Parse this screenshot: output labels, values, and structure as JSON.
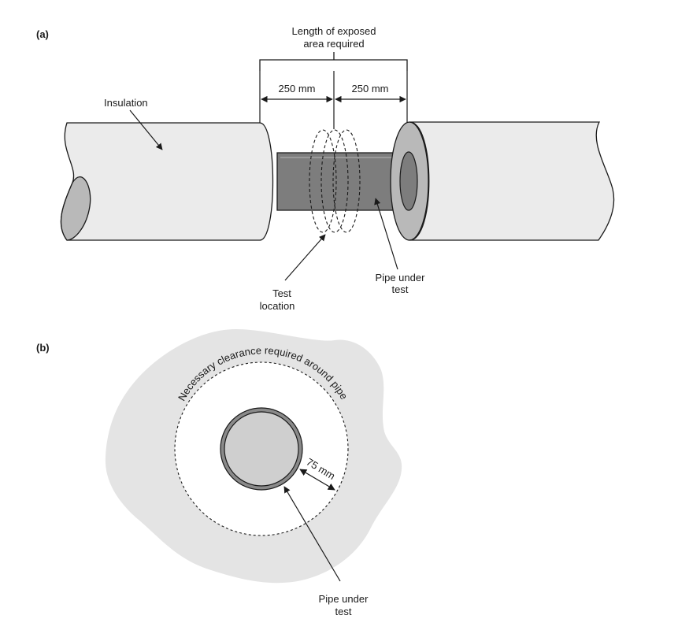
{
  "panel_a": {
    "label": "(a)",
    "exposed_length_label_line1": "Length of exposed",
    "exposed_length_label_line2": "area required",
    "dim_left": "250 mm",
    "dim_right": "250 mm",
    "insulation_label": "Insulation",
    "test_location_line1": "Test",
    "test_location_line2": "location",
    "pipe_label_line1": "Pipe under",
    "pipe_label_line2": "test"
  },
  "panel_b": {
    "label": "(b)",
    "clearance_label": "Necessary clearance required around pipe",
    "clearance_dim": "75 mm",
    "pipe_label_line1": "Pipe under",
    "pipe_label_line2": "test"
  },
  "colors": {
    "insulation_fill": "#ebebeb",
    "insulation_cut": "#b9b9b9",
    "pipe_fill": "#7d7d7d",
    "ground_fill": "#e4e4e4",
    "pipe_section_fill": "#cfcfcf",
    "line": "#1a1a1a"
  }
}
